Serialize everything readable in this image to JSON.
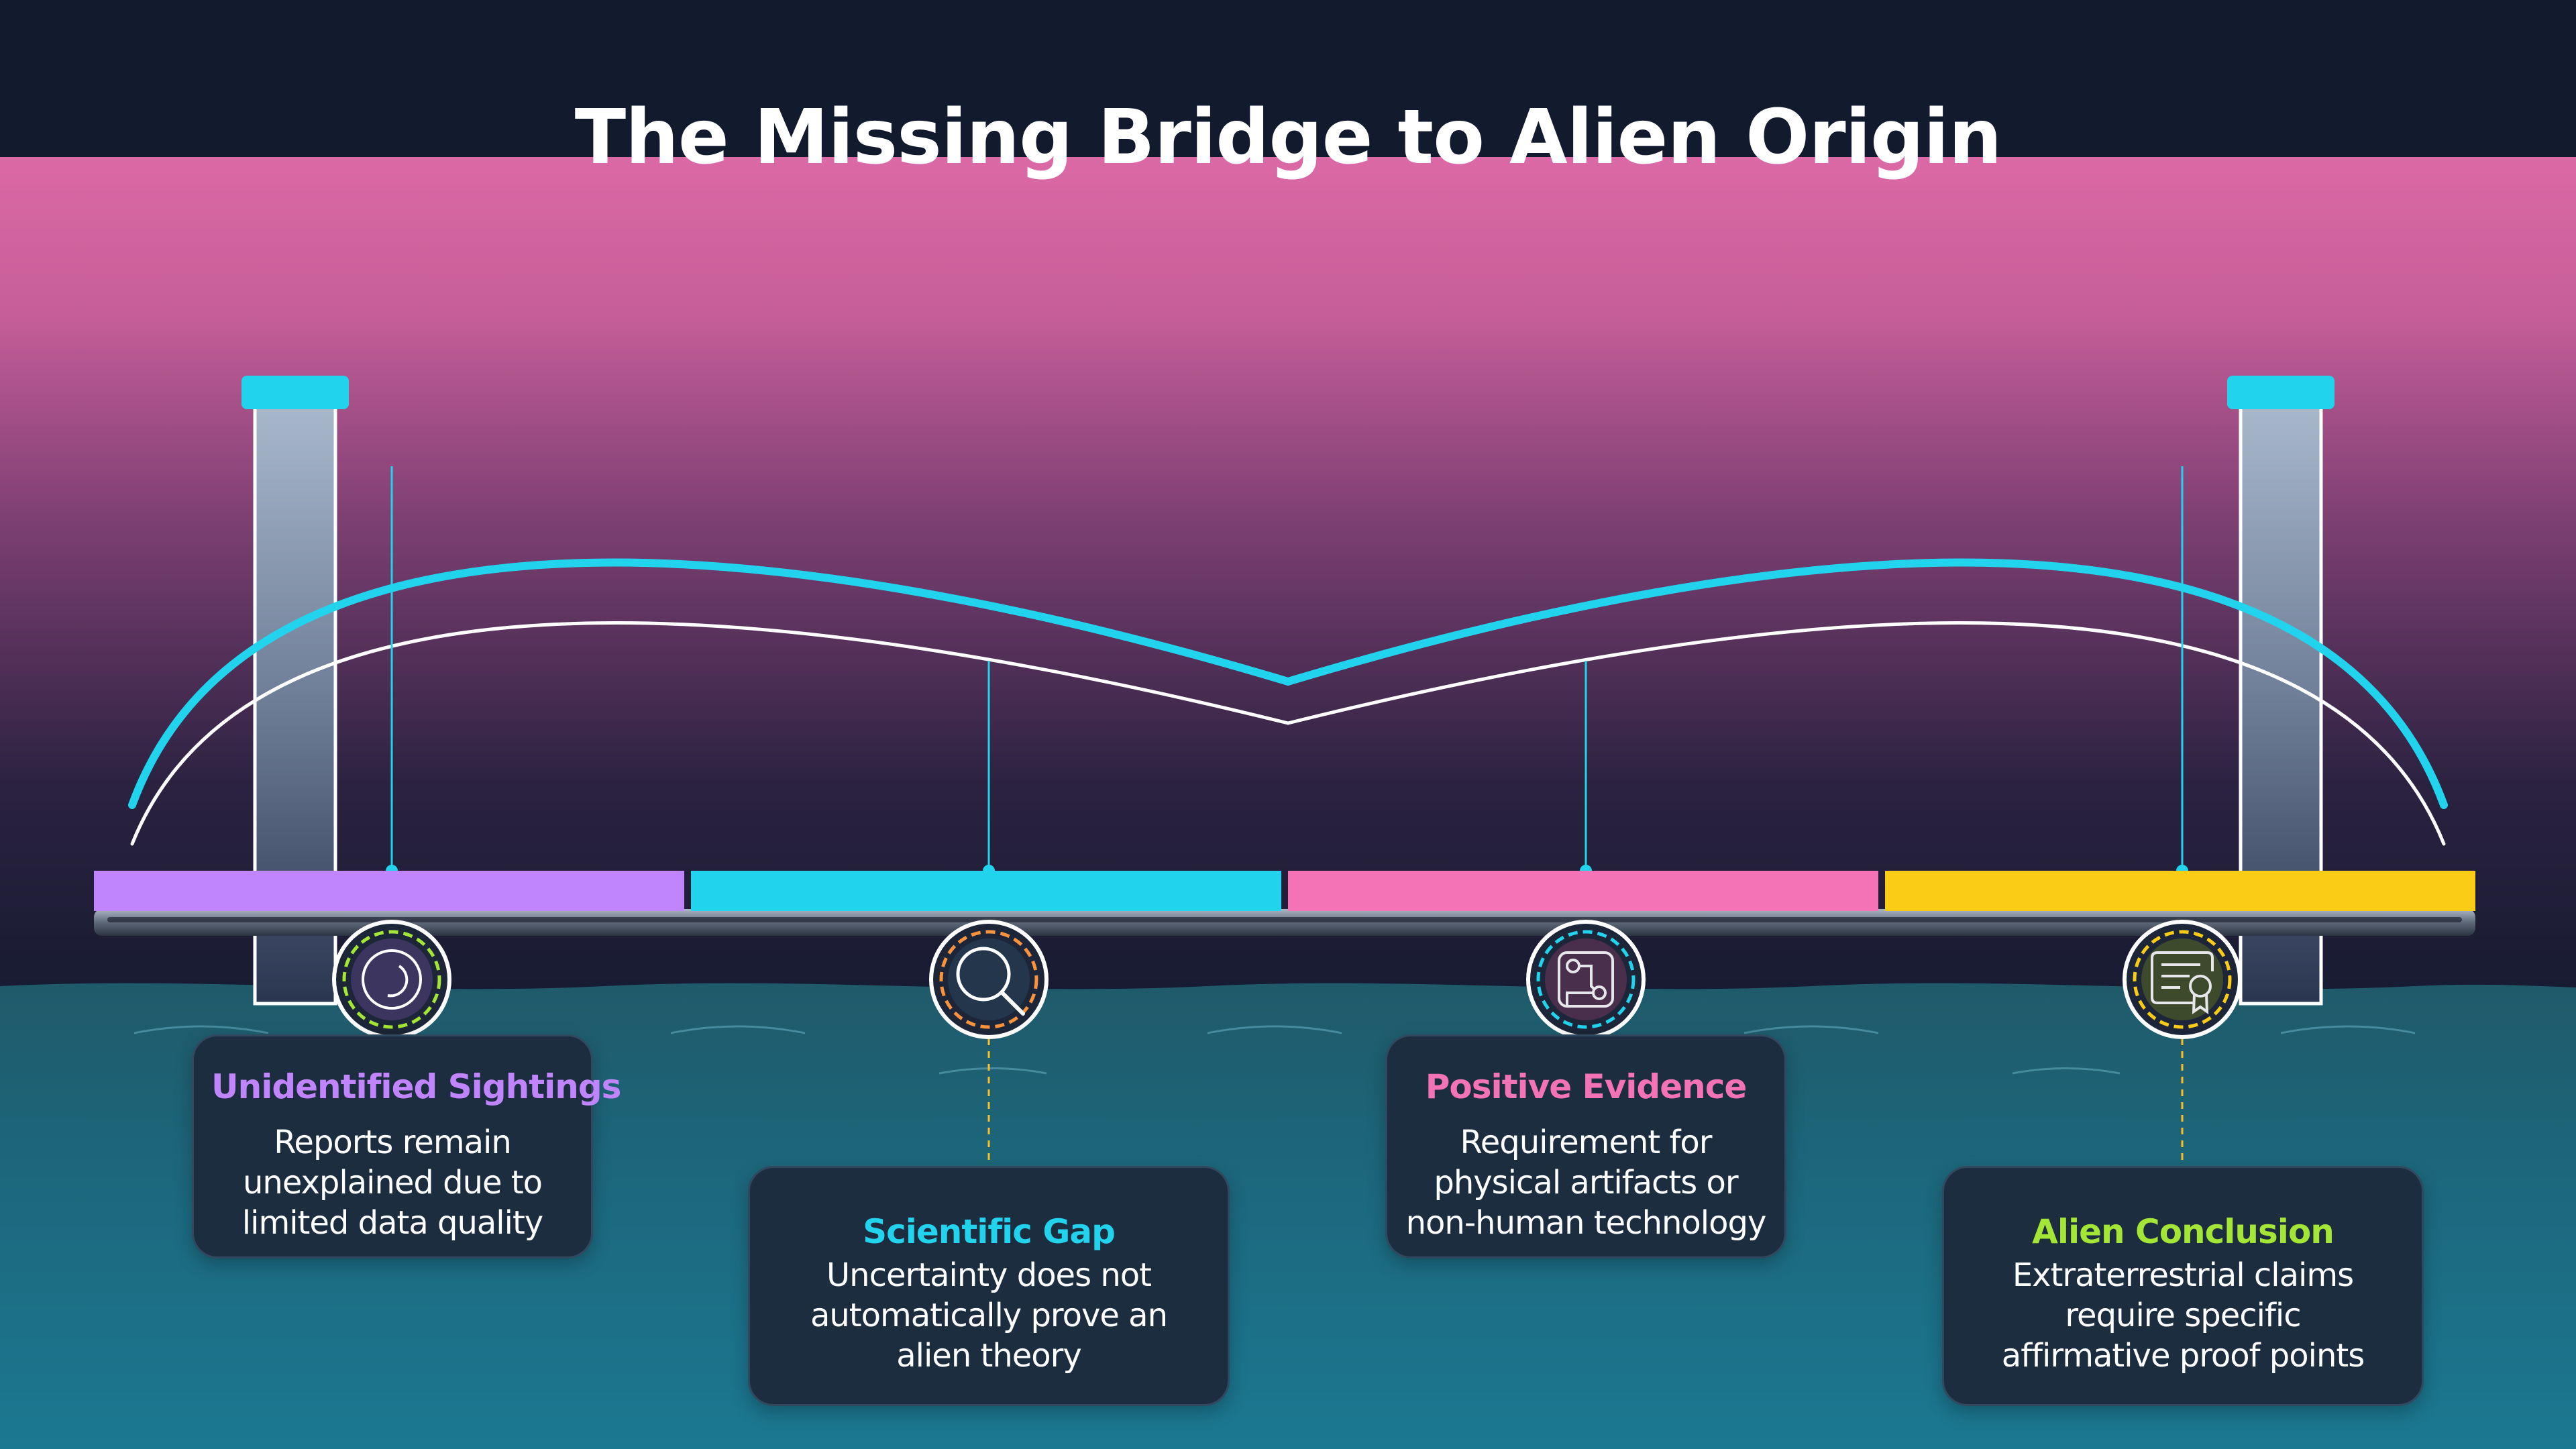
{
  "title": "The Missing Bridge to Alien Origin",
  "colors": {
    "sky_top": "#db69a6",
    "sky_bottom": "#141a2f",
    "water_top": "#1f5f6e",
    "water_bottom": "#1b7891",
    "cable": "#22d3ee",
    "tower_cap": "#22d3ee"
  },
  "stages": [
    {
      "title": "Unidentified Sightings",
      "body": [
        "Reports remain",
        "unexplained due to",
        "limited data quality"
      ],
      "color": "#c084fc",
      "ring_color": "#a3e635",
      "icon": "moon-icon"
    },
    {
      "title": "Scientific Gap",
      "body": [
        "Uncertainty does not",
        "automatically prove an",
        "alien theory"
      ],
      "color": "#22d3ee",
      "ring_color": "#fb923c",
      "icon": "magnifier-icon"
    },
    {
      "title": "Positive Evidence",
      "body": [
        "Requirement for",
        "physical artifacts or",
        "non-human technology"
      ],
      "color": "#f472b6",
      "ring_color": "#22d3ee",
      "icon": "circuit-icon"
    },
    {
      "title": "Alien Conclusion",
      "body": [
        "Extraterrestrial claims",
        "require specific",
        "affirmative proof points"
      ],
      "color": "#facc15",
      "title_color": "#a3e635",
      "ring_color": "#facc15",
      "icon": "certificate-icon"
    }
  ]
}
